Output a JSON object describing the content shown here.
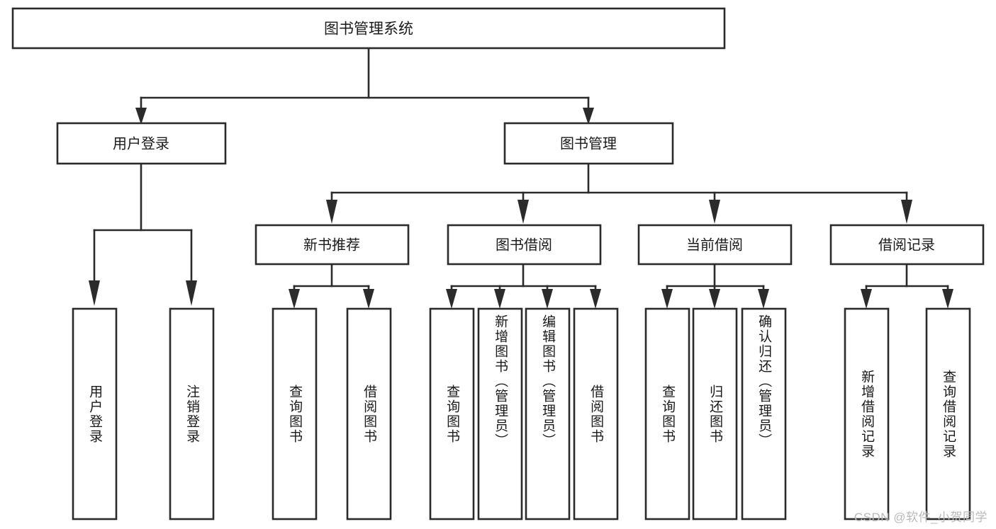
{
  "diagram": {
    "title_node": {
      "label": "图书管理系统"
    },
    "level2": [
      {
        "id": "user-login",
        "label": "用户登录"
      },
      {
        "id": "book-manage",
        "label": "图书管理"
      }
    ],
    "level3": [
      {
        "id": "new-book-recommend",
        "label": "新书推荐"
      },
      {
        "id": "book-borrow",
        "label": "图书借阅"
      },
      {
        "id": "current-borrow",
        "label": "当前借阅"
      },
      {
        "id": "borrow-record",
        "label": "借阅记录"
      }
    ],
    "leaves": [
      {
        "id": "leaf-user-login",
        "label": "用户登录",
        "parent": "user-login"
      },
      {
        "id": "leaf-user-logout",
        "label": "注销登录",
        "parent": "user-login"
      },
      {
        "id": "leaf-query-book-1",
        "label": "查询图书",
        "parent": "new-book-recommend"
      },
      {
        "id": "leaf-borrow-book-1",
        "label": "借阅图书",
        "parent": "new-book-recommend"
      },
      {
        "id": "leaf-query-book-2",
        "label": "查询图书",
        "parent": "book-borrow"
      },
      {
        "id": "leaf-add-book",
        "label": "新增图书（管理员）",
        "parent": "book-borrow"
      },
      {
        "id": "leaf-edit-book",
        "label": "编辑图书（管理员）",
        "parent": "book-borrow"
      },
      {
        "id": "leaf-borrow-book-2",
        "label": "借阅图书",
        "parent": "book-borrow"
      },
      {
        "id": "leaf-query-book-3",
        "label": "查询图书",
        "parent": "current-borrow"
      },
      {
        "id": "leaf-return-book",
        "label": "归还图书",
        "parent": "current-borrow"
      },
      {
        "id": "leaf-confirm-return",
        "label": "确认归还（管理员）",
        "parent": "current-borrow"
      },
      {
        "id": "leaf-add-record",
        "label": "新增借阅记录",
        "parent": "borrow-record"
      },
      {
        "id": "leaf-query-record",
        "label": "查询借阅记录",
        "parent": "borrow-record"
      }
    ],
    "colors": {
      "stroke": "#2b2b2b",
      "fill": "#ffffff",
      "text": "#1a1a1a",
      "watermark": "#b9b9b9"
    }
  },
  "watermark": {
    "text": "CSDN @软件_小贺同学"
  }
}
